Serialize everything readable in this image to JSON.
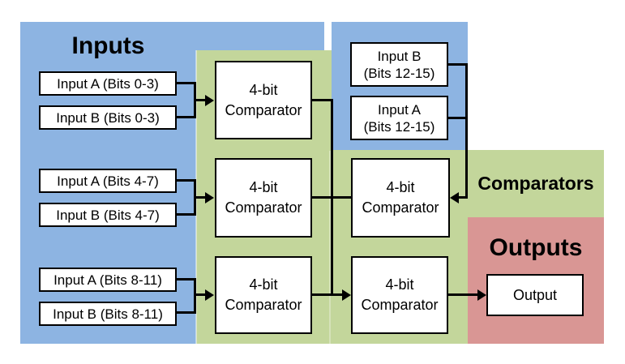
{
  "colors": {
    "inputs_region": "#8DB4E2",
    "comparators_region": "#C3D69B",
    "outputs_region": "#D99694",
    "box_fill": "#FFFFFF",
    "line": "#000000"
  },
  "titles": {
    "inputs": "Inputs",
    "comparators": "Comparators",
    "outputs": "Outputs"
  },
  "input_boxes": {
    "a_0_3": "Input A (Bits 0-3)",
    "b_0_3": "Input B (Bits 0-3)",
    "a_4_7": "Input A (Bits 4-7)",
    "b_4_7": "Input B (Bits 4-7)",
    "a_8_11": "Input A (Bits 8-11)",
    "b_8_11": "Input B (Bits 8-11)",
    "b_12_15": {
      "line1": "Input B",
      "line2": "(Bits 12-15)"
    },
    "a_12_15": {
      "line1": "Input A",
      "line2": "(Bits 12-15)"
    }
  },
  "comparator_box": {
    "line1": "4-bit",
    "line2": "Comparator"
  },
  "output_box": {
    "label": "Output"
  }
}
